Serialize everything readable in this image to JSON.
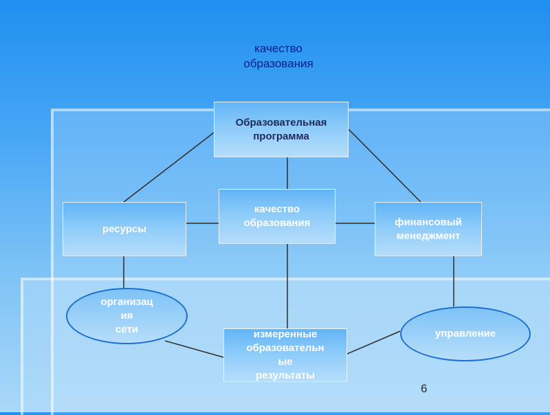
{
  "slide": {
    "title": "качество\nобразования",
    "page_number": "6"
  },
  "nodes": {
    "program": "Образовательная\nпрограмма",
    "resources": "ресурсы",
    "quality": "качество\nобразования",
    "finance": "финансовый\nменеджмент",
    "network": "организац\nия\nсети",
    "results": "измеренные\nобразовательн\nые\nрезультаты",
    "management": "управление"
  },
  "colors": {
    "line": "#2b2b2b",
    "title_text": "#0b1a8a",
    "box_text_dark": "#1f2a5a",
    "oval_border": "#1b6fd0"
  }
}
